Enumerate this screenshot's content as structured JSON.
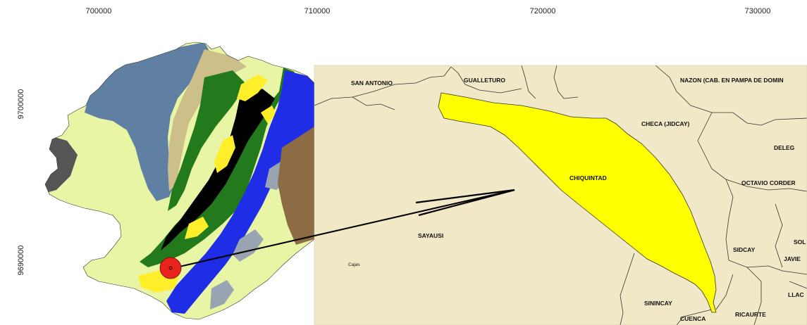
{
  "axes": {
    "x_ticks": [
      "700000",
      "710000",
      "720000",
      "730000"
    ],
    "y_ticks": [
      "9700000",
      "9690000"
    ]
  },
  "inset": {
    "places": {
      "san_antonio": "SAN ANTONIO",
      "gualleturo": "GUALLETURO",
      "nazon": "NAZON (CAB. EN PAMPA DE DOMIN",
      "checa": "CHECA (JIDCAY)",
      "deleg": "DELEG",
      "chiquintad": "CHIQUINTAD",
      "octavio_cordero": "OCTAVIO CORDER",
      "sayausi": "SAYAUSI",
      "cajas": "Cajas",
      "sidcay": "SIDCAY",
      "sol": "SOL",
      "javier": "JAVIE",
      "llac": "LLAC",
      "sinincay": "SININCAY",
      "ricaurte": "RICAURTE",
      "cuenca": "CUENCA"
    },
    "highlighted_parish": "CHIQUINTAD"
  },
  "colors": {
    "inset_background": "#f0e8c6",
    "highlight_fill": "#ffff00",
    "location_marker": "#e8231e",
    "coast_blue": "#5f7fa3",
    "pale_green": "#e7f5a4",
    "dark_green": "#237a1c",
    "black": "#000000",
    "yellow": "#ffee2a",
    "blue": "#1f2de6",
    "grey": "#9aa3b1",
    "brown": "#8c6b45",
    "tan": "#cdbf8a"
  }
}
